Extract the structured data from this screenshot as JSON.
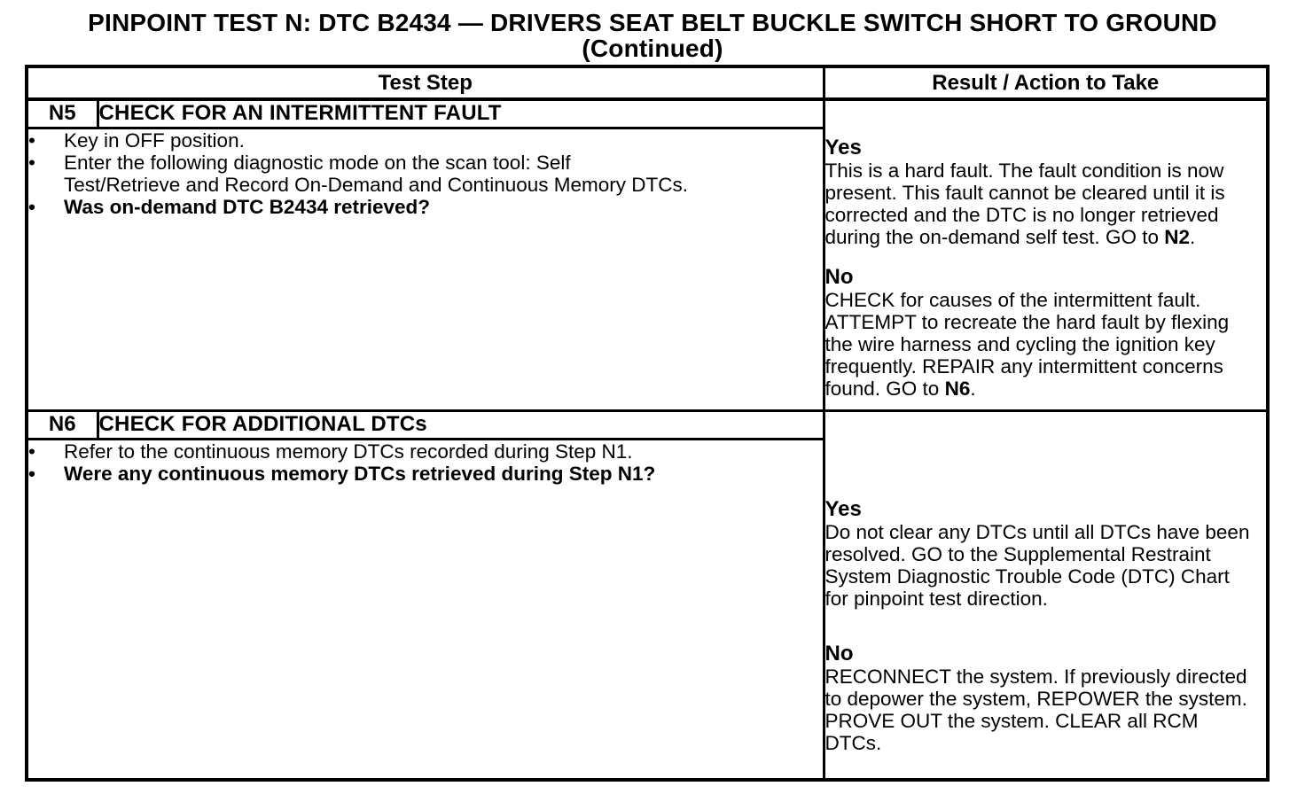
{
  "title": {
    "line1": "PINPOINT TEST N: DTC B2434 — DRIVERS SEAT BELT BUCKLE SWITCH SHORT TO GROUND",
    "line2": "(Continued)"
  },
  "table": {
    "headers": {
      "test_step": "Test Step",
      "result": "Result / Action to Take"
    },
    "rows": [
      {
        "step": "N5",
        "title": "CHECK FOR AN INTERMITTENT FAULT",
        "bullets": [
          "Key in OFF position.",
          "Enter the following diagnostic mode on the scan tool: Self Test/Retrieve and Record On-Demand and Continuous Memory DTCs.",
          "Was on-demand DTC B2434 retrieved?"
        ],
        "yes": {
          "label": "Yes",
          "text": "This is a hard fault. The fault condition is now present. This fault cannot be cleared until it is corrected and the DTC is no longer retrieved during the on-demand self test. GO to ",
          "ref": "N2",
          "suffix": "."
        },
        "no": {
          "label": "No",
          "text": "CHECK for causes of the intermittent fault. ATTEMPT to recreate the hard fault by flexing the wire harness and cycling the ignition key frequently. REPAIR any intermittent concerns found. GO to ",
          "ref": "N6",
          "suffix": "."
        }
      },
      {
        "step": "N6",
        "title": "CHECK FOR ADDITIONAL DTCs",
        "bullets": [
          "Refer to the continuous memory DTCs recorded during Step N1.",
          "Were any continuous memory DTCs retrieved during Step N1?"
        ],
        "yes": {
          "label": "Yes",
          "text": "Do not clear any DTCs until all DTCs have been resolved. GO to the Supplemental Restraint System Diagnostic Trouble Code (DTC) Chart for pinpoint test direction.",
          "ref": "",
          "suffix": ""
        },
        "no": {
          "label": "No",
          "text": "RECONNECT the system. If previously directed to depower the system, REPOWER the system. PROVE OUT the system. CLEAR all RCM DTCs.",
          "ref": "",
          "suffix": ""
        }
      }
    ]
  }
}
